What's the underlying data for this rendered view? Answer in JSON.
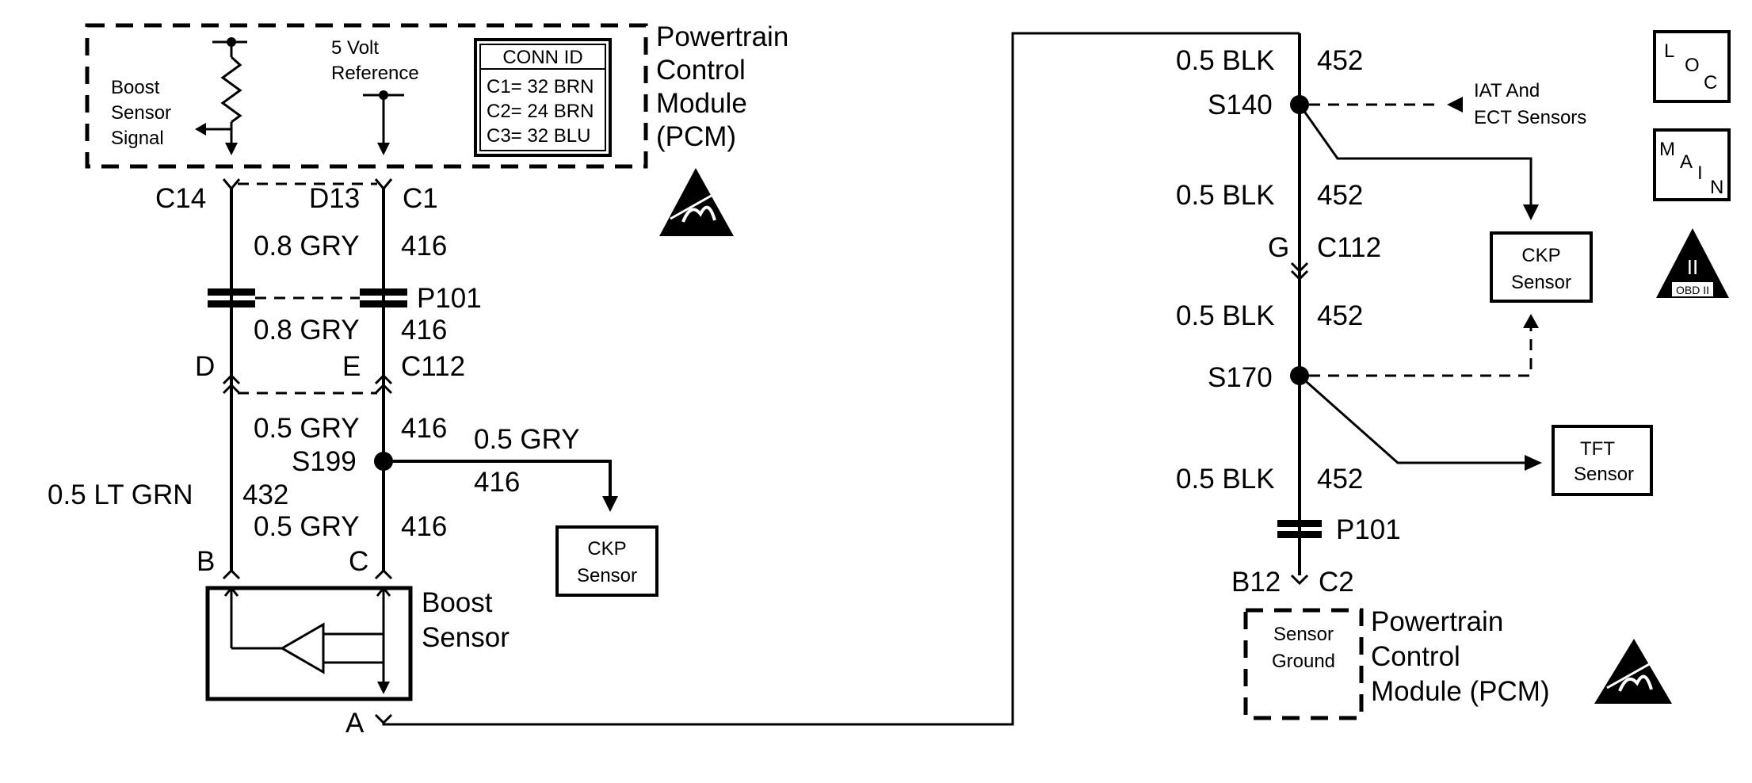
{
  "pcm_top": {
    "title_lines": [
      "Powertrain",
      "Control",
      "Module",
      "(PCM)"
    ],
    "boost_signal_lines": [
      "Boost",
      "Sensor",
      "Signal"
    ],
    "five_volt_lines": [
      "5 Volt",
      "Reference"
    ],
    "conn_id": {
      "header": "CONN ID",
      "rows": [
        "C1= 32 BRN",
        "C2= 24 BRN",
        "C3= 32 BLU"
      ]
    },
    "pins": {
      "c14": "C14",
      "d13": "D13",
      "c1": "C1"
    }
  },
  "left_circuit": {
    "wire_upper_color": "0.8 GRY",
    "wire_upper_num": "416",
    "p101_label": "P101",
    "wire_lower_color": "0.8 GRY",
    "wire_lower_num": "416",
    "pin_d": "D",
    "pin_e": "E",
    "c112_label": "C112",
    "gry_a_color": "0.5 GRY",
    "gry_a_num": "416",
    "splice_label": "S199",
    "branch_color": "0.5 GRY",
    "branch_num": "416",
    "ltgrn_color": "0.5 LT GRN",
    "ltgrn_num": "432",
    "gry_b_color": "0.5 GRY",
    "gry_b_num": "416",
    "pin_b": "B",
    "pin_c": "C",
    "pin_a": "A",
    "ckp_lines": [
      "CKP",
      "Sensor"
    ],
    "boost_sensor_lines": [
      "Boost",
      "Sensor"
    ]
  },
  "right_circuit": {
    "w1_color": "0.5 BLK",
    "w1_num": "452",
    "s140_label": "S140",
    "iat_lines": [
      "IAT And",
      "ECT Sensors"
    ],
    "w2_color": "0.5 BLK",
    "w2_num": "452",
    "pin_g": "G",
    "c112_label": "C112",
    "w3_color": "0.5 BLK",
    "w3_num": "452",
    "s170_label": "S170",
    "w4_color": "0.5 BLK",
    "w4_num": "452",
    "p101_label": "P101",
    "pin_b12": "B12",
    "pin_c2": "C2",
    "ckp_lines": [
      "CKP",
      "Sensor"
    ],
    "tft_lines": [
      "TFT",
      "Sensor"
    ],
    "sensor_ground_lines": [
      "Sensor",
      "Ground"
    ],
    "pcm_lines": [
      "Powertrain",
      "Control",
      "Module (PCM)"
    ]
  },
  "side_icons": {
    "loc": [
      "L",
      "O",
      "C"
    ],
    "main": [
      "M",
      "A",
      "I",
      "N"
    ],
    "obd_numeral": "II",
    "obd_text": "OBD II"
  }
}
